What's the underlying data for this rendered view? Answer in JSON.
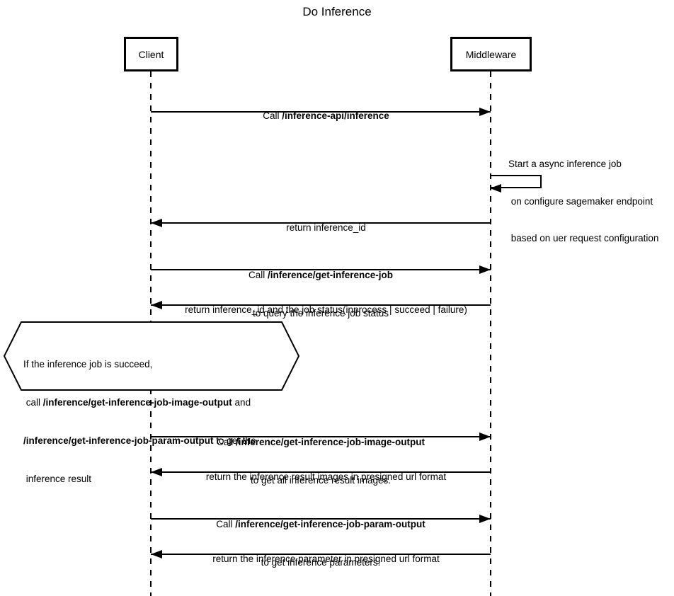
{
  "title": "Do Inference",
  "colors": {
    "line": "#000000",
    "background": "#ffffff"
  },
  "participants": [
    {
      "name": "Client"
    },
    {
      "name": "Middleware"
    }
  ],
  "messages": {
    "call_inference": {
      "pre": "Call ",
      "bold": "/inference-api/inference"
    },
    "self_job": {
      "line1": "Start a async inference job",
      "line2": " on configure sagemaker endpoint",
      "line3": " based on uer request configuration"
    },
    "return_id": "return inference_id",
    "call_get_job": {
      "pre": "Call ",
      "bold": "/inference/get-inference-job",
      "line2": "to query the inference job status"
    },
    "return_status": "return inference_id and the job status(inprocess | succeed | failure)",
    "note": {
      "line1": "If the inference job is succeed,",
      "line2_pre": " call ",
      "line2_bold": "/inference/get-inference-job-image-output",
      "line2_post": " and",
      "line3_bold": "/inference/get-inference-job-param-output",
      "line3_post": " to get the",
      "line4": " inference result"
    },
    "call_image_output": {
      "pre": "Call ",
      "bold": "/inference/get-inference-job-image-output",
      "line2": "to get all inference result images."
    },
    "return_images": "return the inference result images in presigned url format",
    "call_param_output": {
      "pre": "Call ",
      "bold": "/inference/get-inference-job-param-output",
      "line2": "to get inference parameters."
    },
    "return_params": "return the inference parameter in presigned url format"
  }
}
